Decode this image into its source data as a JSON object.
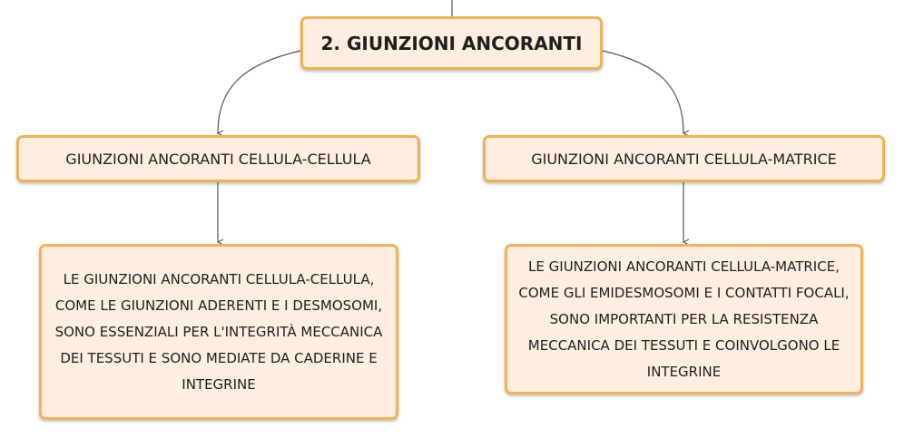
{
  "root": {
    "label": "2. GIUNZIONI ANCORANTI"
  },
  "branches": [
    {
      "title": "GIUNZIONI ANCORANTI CELLULA-CELLULA",
      "description": "LE GIUNZIONI ANCORANTI CELLULA-CELLULA, COME LE GIUNZIONI ADERENTI E I DESMOSOMI, SONO ESSENZIALI PER L'INTEGRITÀ MECCANICA DEI TESSUTI E SONO MEDIATE DA CADERINE E INTEGRINE"
    },
    {
      "title": "GIUNZIONI ANCORANTI CELLULA-MATRICE",
      "description": "LE GIUNZIONI ANCORANTI CELLULA-MATRICE, COME GLI EMIDESMOSOMI E I CONTATTI FOCALI, SONO IMPORTANTI PER LA RESISTENZA MECCANICA DEI TESSUTI E COINVOLGONO LE INTEGRINE"
    }
  ],
  "colors": {
    "node_fill": "#fdeee0",
    "node_border": "#f2b156",
    "connector": "#555555"
  }
}
